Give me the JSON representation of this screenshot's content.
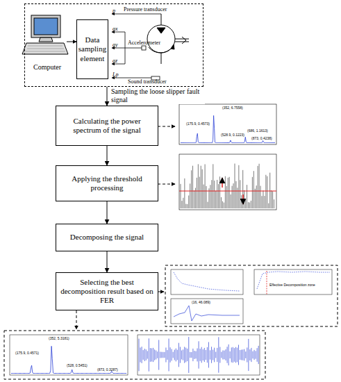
{
  "diagram": {
    "nodes": [
      {
        "text": [
          "Computer"
        ]
      },
      {
        "text": [
          "Data sampling element"
        ],
        "in": 0
      },
      {
        "text": [
          "Calculating the power spectrum of the signal"
        ]
      },
      {
        "text": [
          "Applying the threshold processing"
        ]
      },
      {
        "text": [
          "Decomposing the signal"
        ]
      },
      {
        "text": [
          "Selecting the best decomposition result based on FER"
        ]
      }
    ],
    "edges": [
      {
        "from": 0,
        "to": 2,
        "label": "Sampling the loose slipper fault signal",
        "arrow": "to"
      },
      {
        "from": 2,
        "to": 3,
        "arrow": "to"
      },
      {
        "from": 3,
        "to": 4,
        "arrow": "to"
      },
      {
        "from": 4,
        "to": 5,
        "arrow": "to"
      }
    ],
    "labels": [
      "p",
      "Pressure transducer",
      "ax",
      "Accelerometer",
      "ay",
      "az",
      "Lp",
      "Sound transducer",
      "(352, 6.7558)",
      "(175.9, 0.4573)",
      "(528.9, 0.1223)",
      "(686, 1.1613)",
      "(873, 0.4238)",
      "Effective Decomposition zone",
      "(16, 46.089)",
      "(352, 5.3181)",
      "(175.9, 0.4571)",
      "(528, 0.5451)",
      "(873, 0.3287)"
    ]
  }
}
